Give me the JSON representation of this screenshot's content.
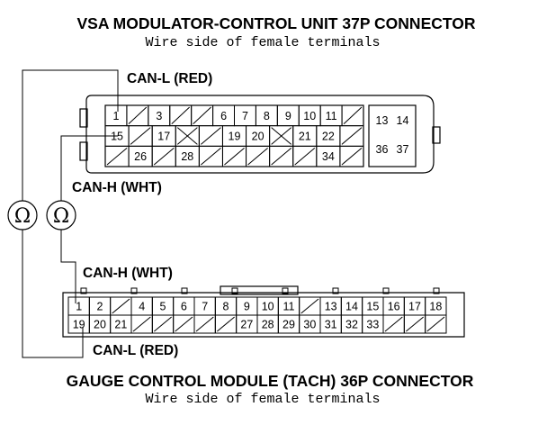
{
  "top_connector": {
    "title": "VSA MODULATOR-CONTROL UNIT 37P CONNECTOR",
    "subtitle": "Wire side of female terminals",
    "rows": [
      [
        "1",
        "",
        "3",
        "",
        "",
        "6",
        "7",
        "8",
        "9",
        "10",
        "11",
        ""
      ],
      [
        "15",
        "",
        "17",
        "X",
        "",
        "19",
        "20",
        "X",
        "21",
        "22",
        ""
      ],
      [
        "",
        "26",
        "",
        "28",
        "",
        "",
        "",
        "",
        "",
        "34",
        ""
      ]
    ],
    "side_pins": [
      [
        "13",
        "14"
      ],
      [
        "36",
        "37"
      ]
    ]
  },
  "bottom_connector": {
    "title": "GAUGE CONTROL MODULE (TACH) 36P CONNECTOR",
    "subtitle": "Wire side of female terminals",
    "rows": [
      [
        "1",
        "2",
        "",
        "4",
        "5",
        "6",
        "7",
        "8",
        "9",
        "10",
        "11",
        "",
        "13",
        "14",
        "15",
        "16",
        "17",
        "18"
      ],
      [
        "19",
        "20",
        "21",
        "",
        "",
        "",
        "",
        "",
        "27",
        "28",
        "29",
        "30",
        "31",
        "32",
        "33",
        "",
        "",
        ""
      ]
    ]
  },
  "labels": {
    "can_l_top": "CAN-L (RED)",
    "can_h_top": "CAN-H (WHT)",
    "can_h_bottom": "CAN-H (WHT)",
    "can_l_bottom": "CAN-L (RED)"
  },
  "meters": {
    "left_symbol": "Ω",
    "right_symbol": "Ω"
  }
}
